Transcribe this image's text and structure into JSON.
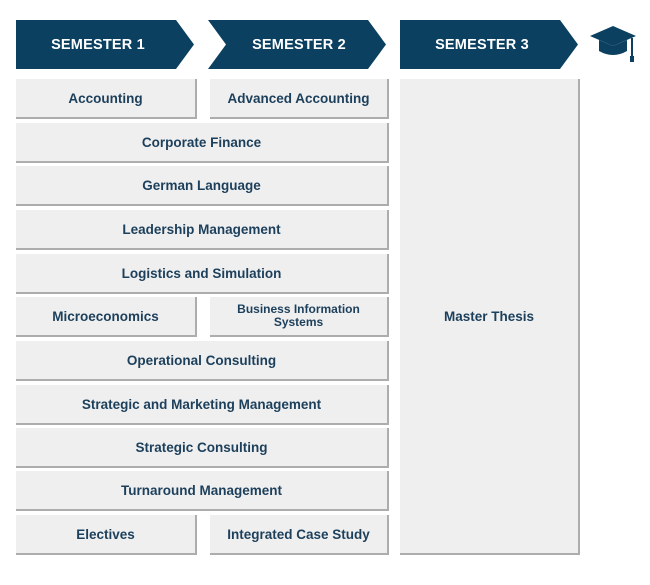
{
  "semesters": [
    "SEMESTER 1",
    "SEMESTER 2",
    "SEMESTER 3"
  ],
  "courses": {
    "accounting": "Accounting",
    "advanced_accounting": "Advanced Accounting",
    "corporate_finance": "Corporate Finance",
    "german_language": "German Language",
    "leadership_management": "Leadership Management",
    "logistics_simulation": "Logistics and Simulation",
    "microeconomics": "Microeconomics",
    "business_information_systems": "Business Information Systems",
    "operational_consulting": "Operational Consulting",
    "strategic_marketing_management": "Strategic and Marketing Management",
    "strategic_consulting": "Strategic Consulting",
    "turnaround_management": "Turnaround Management",
    "electives": "Electives",
    "integrated_case_study": "Integrated Case Study",
    "master_thesis": "Master Thesis"
  },
  "colors": {
    "header": "#0b4061",
    "box": "#efefef",
    "text": "#1c3f5b",
    "shadow": "#adadad"
  },
  "icons": {
    "graduation": "graduation-cap-icon"
  }
}
